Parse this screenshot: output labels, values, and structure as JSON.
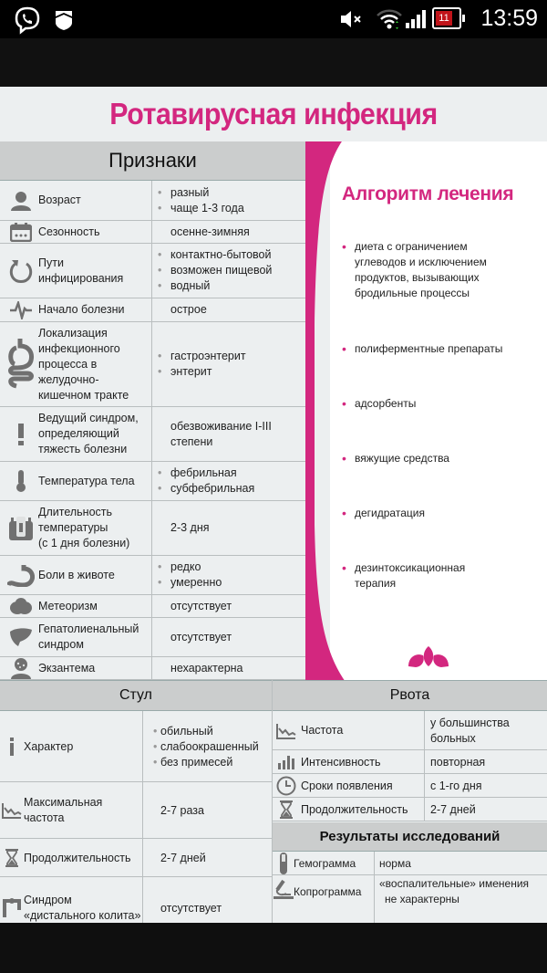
{
  "status_bar": {
    "time": "13:59",
    "battery_level": "11",
    "icons": [
      "viber-icon",
      "shield-icon",
      "mute-icon",
      "wifi-icon",
      "signal-icon",
      "battery-icon"
    ]
  },
  "title": "Ротавирусная инфекция",
  "colors": {
    "accent": "#d3277f",
    "header_bg": "#cbcdcd",
    "sheet_bg": "#eceff0"
  },
  "signs": {
    "header": "Признаки",
    "rows": [
      {
        "icon": "person-icon",
        "label": [
          "Возраст"
        ],
        "values": [
          "разный",
          "чаще 1-3 года"
        ],
        "bullets": true
      },
      {
        "icon": "calendar-icon",
        "label": [
          "Сезонность"
        ],
        "values": [
          "осенне-зимняя"
        ],
        "bullets": false
      },
      {
        "icon": "refresh-icon",
        "label": [
          "Пути",
          "инфицирования"
        ],
        "values": [
          "контактно-бытовой",
          "возможен пищевой",
          "водный"
        ],
        "bullets": true
      },
      {
        "icon": "pulse-icon",
        "label": [
          "Начало болезни"
        ],
        "values": [
          "острое"
        ],
        "bullets": false
      },
      {
        "icon": "digestive-tract-icon",
        "label": [
          "Локализация",
          "инфекционного",
          "процесса в",
          "желудочно-",
          "кишечном тракте"
        ],
        "values": [
          "гастроэнтерит",
          "энтерит"
        ],
        "bullets": true
      },
      {
        "icon": "exclamation-icon",
        "label": [
          "Ведущий синдром,",
          "определяющий",
          "тяжесть болезни"
        ],
        "values": [
          "обезвоживание I-III",
          "степени"
        ],
        "bullets": false
      },
      {
        "icon": "thermometer-icon",
        "label": [
          "Температура тела"
        ],
        "values": [
          "фебрильная",
          "субфебрильная"
        ],
        "bullets": true
      },
      {
        "icon": "calendar-duration-icon",
        "label": [
          "Длительность",
          "температуры",
          "(с 1 дня болезни)"
        ],
        "values": [
          "2-3 дня"
        ],
        "bullets": false
      },
      {
        "icon": "stomach-icon",
        "label": [
          "Боли в животе"
        ],
        "values": [
          "редко",
          "умеренно"
        ],
        "bullets": true
      },
      {
        "icon": "bloating-icon",
        "label": [
          "Метеоризм"
        ],
        "values": [
          "отсутствует"
        ],
        "bullets": false
      },
      {
        "icon": "liver-icon",
        "label": [
          "Гепатолиенальный",
          "синдром"
        ],
        "values": [
          "отсутствует"
        ],
        "bullets": false
      },
      {
        "icon": "rash-icon",
        "label": [
          "Экзантема"
        ],
        "values": [
          "нехарактерна"
        ],
        "bullets": false
      }
    ]
  },
  "treatment": {
    "title": "Алгоритм лечения",
    "items": [
      "диета с ограничением углеводов и исключением продуктов, вызывающих бродильные процессы",
      "полиферментные препараты",
      "адсорбенты",
      "вяжущие средства",
      "дегидратация",
      "дезинтоксикационная терапия"
    ],
    "items_lines": [
      [
        "диета с ограничением",
        "углеводов и исключением",
        "продуктов, вызывающих",
        "бродильные процессы"
      ],
      [
        "полиферментные препараты"
      ],
      [
        "адсорбенты"
      ],
      [
        "вяжущие средства"
      ],
      [
        "дегидратация"
      ],
      [
        "дезинтоксикационная",
        "терапия"
      ]
    ]
  },
  "stool": {
    "header": "Стул",
    "rows": [
      {
        "icon": "info-icon",
        "label": [
          "Характер"
        ],
        "values": [
          "обильный",
          "слабоокрашенный",
          "без примесей"
        ],
        "bullets": true
      },
      {
        "icon": "line-chart-icon",
        "label": [
          "Максимальная",
          "частота"
        ],
        "values": [
          "2-7 раза"
        ],
        "bullets": false
      },
      {
        "icon": "hourglass-icon",
        "label": [
          "Продолжительность"
        ],
        "values": [
          "2-7 дней"
        ],
        "bullets": false
      },
      {
        "icon": "colon-icon",
        "label": [
          "Синдром",
          "«дистального колита»"
        ],
        "values": [
          "отсутствует"
        ],
        "bullets": false
      }
    ]
  },
  "vomit": {
    "header": "Рвота",
    "rows": [
      {
        "icon": "line-chart-icon",
        "label": [
          "Частота"
        ],
        "values": [
          "у большинства",
          "больных"
        ]
      },
      {
        "icon": "bar-chart-icon",
        "label": [
          "Интенсивность"
        ],
        "values": [
          "повторная"
        ]
      },
      {
        "icon": "clock-icon",
        "label": [
          "Сроки появления"
        ],
        "values": [
          "с 1-го дня"
        ]
      },
      {
        "icon": "hourglass-icon",
        "label": [
          "Продолжительность"
        ],
        "values": [
          "2-7 дней"
        ]
      }
    ]
  },
  "results": {
    "header": "Результаты исследований",
    "rows": [
      {
        "icon": "test-tube-icon",
        "label": [
          "Гемограмма"
        ],
        "values": [
          "норма"
        ]
      },
      {
        "icon": "microscope-icon",
        "label": [
          "Копрограмма"
        ],
        "values": [
          "«воспалительные» именения",
          "не характерны"
        ]
      }
    ]
  }
}
